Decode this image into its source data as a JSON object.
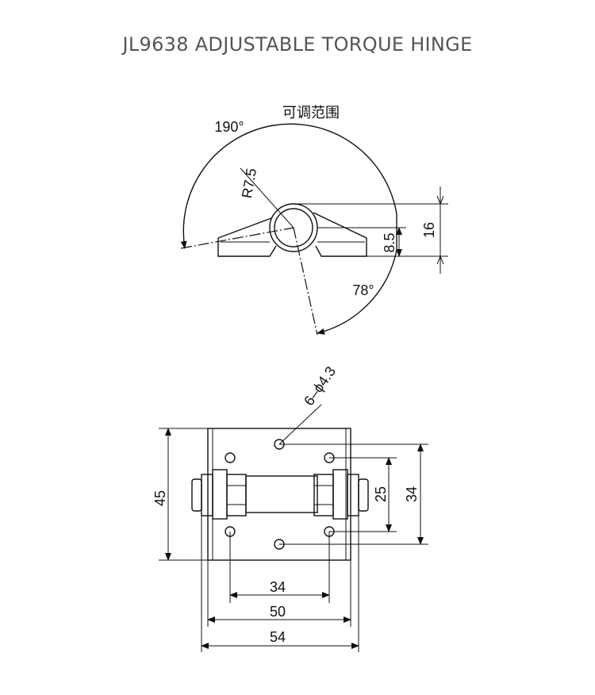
{
  "title": "JL9638 ADJUSTABLE TORQUE HINGE",
  "top_view": {
    "range_label": "可调范围",
    "angle_open": "190°",
    "angle_close": "78°",
    "radius": "R7.5",
    "dim_height": "16",
    "dim_axis": "8.5"
  },
  "front_view": {
    "holes_label": "6–ϕ4.3",
    "dim_height": "45",
    "dim_inner_height": "25",
    "dim_hole_pitch_v": "34",
    "dim_hole_pitch_h": "34",
    "dim_width_mid": "50",
    "dim_width_total": "54"
  }
}
